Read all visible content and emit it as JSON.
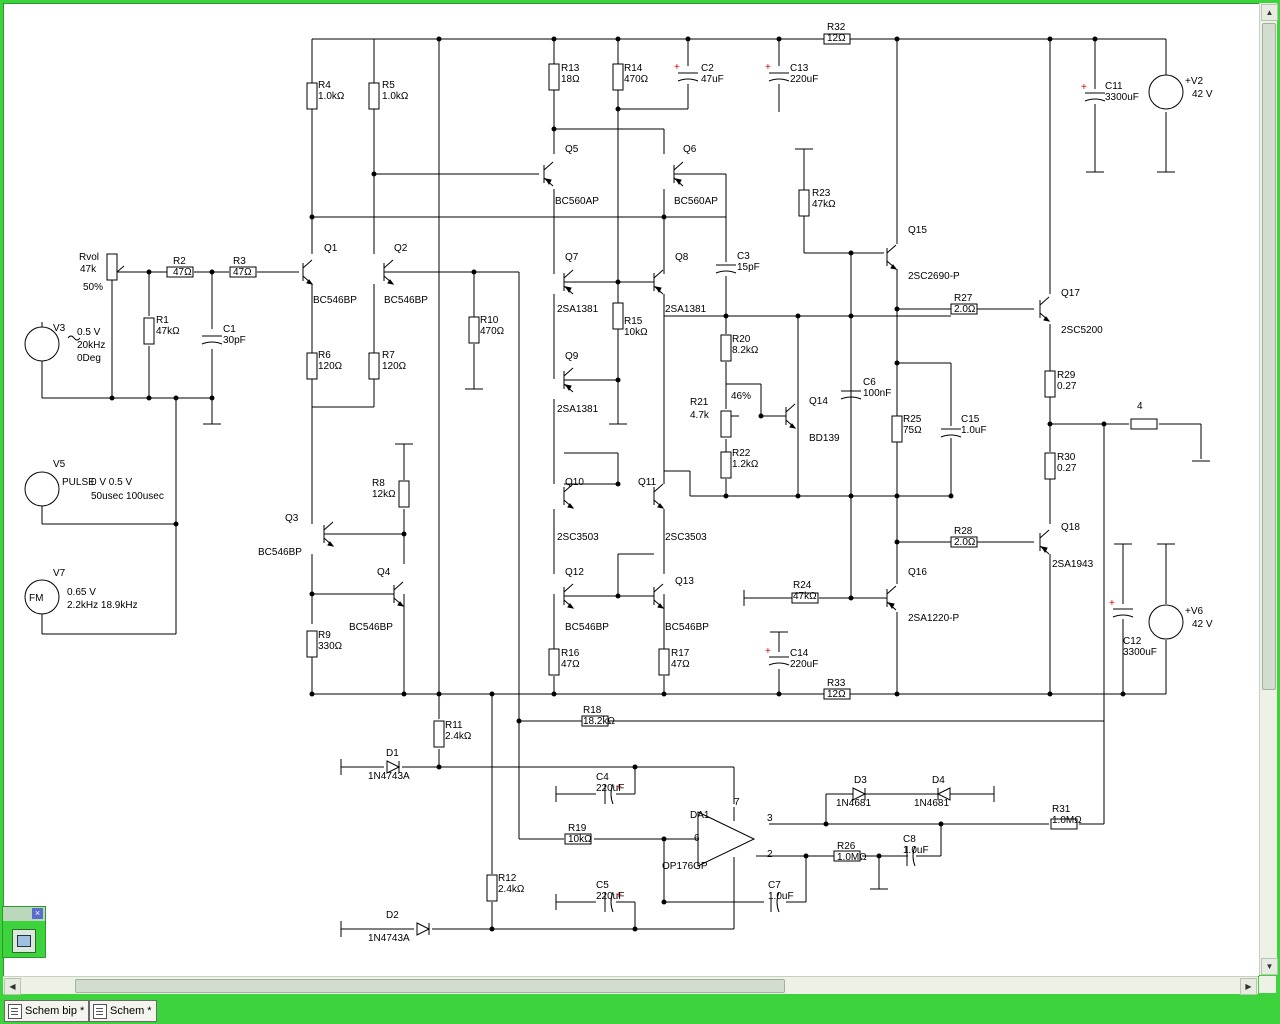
{
  "tabs": [
    {
      "label": "Schem bip *"
    },
    {
      "label": "Schem *"
    }
  ],
  "scroll": {
    "up": "▲",
    "down": "▼",
    "left": "◀",
    "right": "▶"
  },
  "components": [
    {
      "ref": "R1",
      "val": "47kΩ"
    },
    {
      "ref": "R2",
      "val": "47Ω"
    },
    {
      "ref": "R3",
      "val": "47Ω"
    },
    {
      "ref": "R4",
      "val": "1.0kΩ"
    },
    {
      "ref": "R5",
      "val": "1.0kΩ"
    },
    {
      "ref": "R6",
      "val": "120Ω"
    },
    {
      "ref": "R7",
      "val": "120Ω"
    },
    {
      "ref": "R8",
      "val": "12kΩ"
    },
    {
      "ref": "R9",
      "val": "330Ω"
    },
    {
      "ref": "R10",
      "val": "470Ω"
    },
    {
      "ref": "R11",
      "val": "2.4kΩ"
    },
    {
      "ref": "R12",
      "val": "2.4kΩ"
    },
    {
      "ref": "R13",
      "val": "18Ω"
    },
    {
      "ref": "R14",
      "val": "470Ω"
    },
    {
      "ref": "R15",
      "val": "10kΩ"
    },
    {
      "ref": "R16",
      "val": "47Ω"
    },
    {
      "ref": "R17",
      "val": "47Ω"
    },
    {
      "ref": "R18",
      "val": "18.2kΩ"
    },
    {
      "ref": "R19",
      "val": "10kΩ"
    },
    {
      "ref": "R20",
      "val": "8.2kΩ"
    },
    {
      "ref": "R21",
      "val": "4.7k"
    },
    {
      "ref": "R22",
      "val": "1.2kΩ"
    },
    {
      "ref": "R23",
      "val": "47kΩ"
    },
    {
      "ref": "R24",
      "val": "47kΩ"
    },
    {
      "ref": "R25",
      "val": "75Ω"
    },
    {
      "ref": "R26",
      "val": "1.0MΩ"
    },
    {
      "ref": "R27",
      "val": "2.0Ω"
    },
    {
      "ref": "R28",
      "val": "2.0Ω"
    },
    {
      "ref": "R29",
      "val": "0.27"
    },
    {
      "ref": "R30",
      "val": "0.27"
    },
    {
      "ref": "R31",
      "val": "1.0MΩ"
    },
    {
      "ref": "R32",
      "val": "12Ω"
    },
    {
      "ref": "R33",
      "val": "12Ω"
    },
    {
      "ref": "Rvol",
      "val": "47k"
    },
    {
      "ref": "C1",
      "val": "30pF"
    },
    {
      "ref": "C2",
      "val": "47uF"
    },
    {
      "ref": "C3",
      "val": "15pF"
    },
    {
      "ref": "C4",
      "val": "220uF"
    },
    {
      "ref": "C5",
      "val": "220uF"
    },
    {
      "ref": "C6",
      "val": "100nF"
    },
    {
      "ref": "C7",
      "val": "1.0uF"
    },
    {
      "ref": "C8",
      "val": "1.0uF"
    },
    {
      "ref": "C11",
      "val": "3300uF"
    },
    {
      "ref": "C12",
      "val": "3300uF"
    },
    {
      "ref": "C13",
      "val": "220uF"
    },
    {
      "ref": "C14",
      "val": "220uF"
    },
    {
      "ref": "C15",
      "val": "1.0uF"
    },
    {
      "ref": "Q1",
      "val": "BC546BP"
    },
    {
      "ref": "Q2",
      "val": "BC546BP"
    },
    {
      "ref": "Q3",
      "val": "BC546BP"
    },
    {
      "ref": "Q4",
      "val": "BC546BP"
    },
    {
      "ref": "Q5",
      "val": "BC560AP"
    },
    {
      "ref": "Q6",
      "val": "BC560AP"
    },
    {
      "ref": "Q7",
      "val": "2SA1381"
    },
    {
      "ref": "Q8",
      "val": "2SA1381"
    },
    {
      "ref": "Q9",
      "val": "2SA1381"
    },
    {
      "ref": "Q10",
      "val": "2SC3503"
    },
    {
      "ref": "Q11",
      "val": "2SC3503"
    },
    {
      "ref": "Q12",
      "val": "BC546BP"
    },
    {
      "ref": "Q13",
      "val": "BC546BP"
    },
    {
      "ref": "Q14",
      "val": "BD139"
    },
    {
      "ref": "Q15",
      "val": "2SC2690-P"
    },
    {
      "ref": "Q16",
      "val": "2SA1220-P"
    },
    {
      "ref": "Q17",
      "val": "2SC5200"
    },
    {
      "ref": "Q18",
      "val": "2SA1943"
    },
    {
      "ref": "D1",
      "val": "1N4743A"
    },
    {
      "ref": "D2",
      "val": "1N4743A"
    },
    {
      "ref": "D3",
      "val": "1N4681"
    },
    {
      "ref": "D4",
      "val": "1N4681"
    },
    {
      "ref": "DA1",
      "val": "OP176GP"
    },
    {
      "ref": "V2",
      "val": "42 V"
    },
    {
      "ref": "V6",
      "val": "42 V"
    },
    {
      "ref": "4",
      "val": ""
    }
  ],
  "sources": {
    "V3": [
      "V3",
      "0.5 V",
      "20kHz",
      "0Deg"
    ],
    "V5": [
      "V5",
      "0 V 0.5 V",
      "50usec 100usec"
    ],
    "V7": [
      "V7",
      "0.65 V",
      "2.2kHz 18.9kHz"
    ]
  },
  "misc": {
    "rvol_pct": "50%",
    "r21_pct": "46%",
    "pulse": "PULSE",
    "fm": "FM",
    "pin2": "2",
    "pin3": "3",
    "pin6": "6",
    "pin7": "7",
    "pin4": "4",
    "plus": "+",
    "minus": "−"
  }
}
